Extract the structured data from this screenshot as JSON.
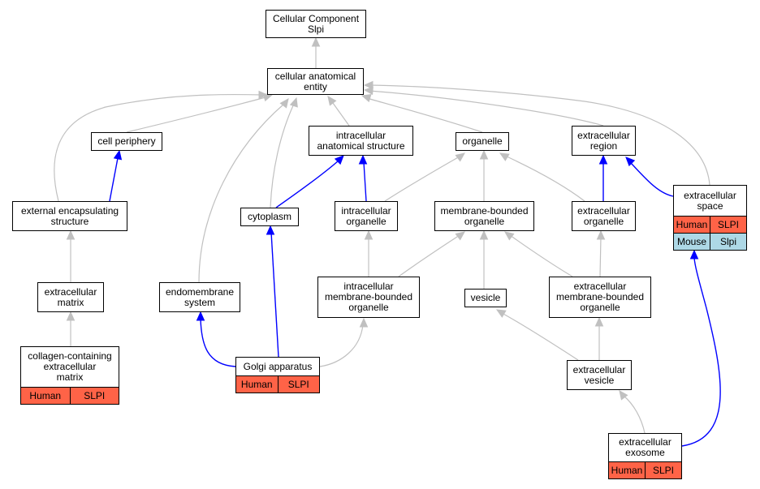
{
  "nodes": {
    "root": {
      "lines": [
        "Cellular Component",
        "Slpi"
      ]
    },
    "cae": {
      "lines": [
        "cellular anatomical",
        "entity"
      ]
    },
    "cell_periphery": {
      "lines": [
        "cell periphery"
      ]
    },
    "ias": {
      "lines": [
        "intracellular",
        "anatomical structure"
      ]
    },
    "organelle": {
      "lines": [
        "organelle"
      ]
    },
    "ec_region": {
      "lines": [
        "extracellular",
        "region"
      ]
    },
    "ext_encap": {
      "lines": [
        "external encapsulating",
        "structure"
      ]
    },
    "cytoplasm": {
      "lines": [
        "cytoplasm"
      ]
    },
    "ic_organelle": {
      "lines": [
        "intracellular",
        "organelle"
      ]
    },
    "mb_organelle": {
      "lines": [
        "membrane-bounded",
        "organelle"
      ]
    },
    "ec_organelle": {
      "lines": [
        "extracellular",
        "organelle"
      ]
    },
    "ec_space": {
      "lines": [
        "extracellular",
        "space"
      ],
      "rows": [
        {
          "species": "Human",
          "gene": "SLPI",
          "color": "#ff6347"
        },
        {
          "species": "Mouse",
          "gene": "Slpi",
          "color": "#add8e6"
        }
      ]
    },
    "ec_matrix": {
      "lines": [
        "extracellular",
        "matrix"
      ]
    },
    "endomembrane": {
      "lines": [
        "endomembrane",
        "system"
      ]
    },
    "ic_mb_organelle": {
      "lines": [
        "intracellular",
        "membrane-bounded",
        "organelle"
      ]
    },
    "vesicle": {
      "lines": [
        "vesicle"
      ]
    },
    "ec_mb_organelle": {
      "lines": [
        "extracellular",
        "membrane-bounded",
        "organelle"
      ]
    },
    "collagen": {
      "lines": [
        "collagen-containing",
        "extracellular",
        "matrix"
      ],
      "rows": [
        {
          "species": "Human",
          "gene": "SLPI",
          "color": "#ff6347"
        }
      ]
    },
    "golgi": {
      "lines": [
        "Golgi apparatus"
      ],
      "rows": [
        {
          "species": "Human",
          "gene": "SLPI",
          "color": "#ff6347"
        }
      ]
    },
    "ec_vesicle": {
      "lines": [
        "extracellular",
        "vesicle"
      ]
    },
    "ec_exosome": {
      "lines": [
        "extracellular",
        "exosome"
      ],
      "rows": [
        {
          "species": "Human",
          "gene": "SLPI",
          "color": "#ff6347"
        }
      ]
    }
  },
  "edge_colors": {
    "is_a": "#c0c0c0",
    "part_of": "#0000ff"
  }
}
